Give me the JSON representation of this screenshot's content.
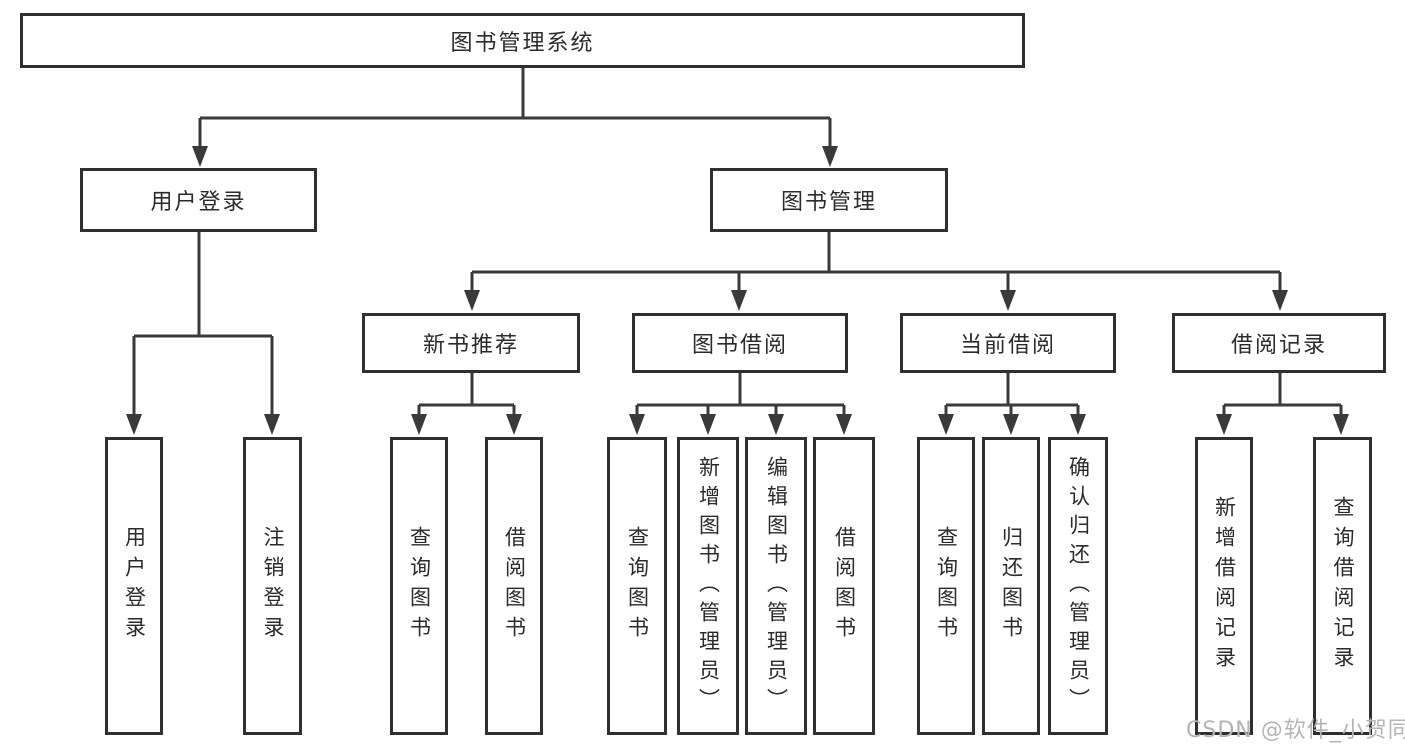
{
  "root_label": "图书管理系统",
  "level2": {
    "user_login": "用户登录",
    "book_management": "图书管理"
  },
  "level3": {
    "new_book_recommend": "新书推荐",
    "book_borrow": "图书借阅",
    "current_borrow": "当前借阅",
    "borrow_record": "借阅记录"
  },
  "leaves": {
    "user_login": [
      "用户登录",
      "注销登录"
    ],
    "new_book_recommend": [
      "查询图书",
      "借阅图书"
    ],
    "book_borrow": [
      "查询图书",
      "新增图书（管理员）",
      "编辑图书（管理员）",
      "借阅图书"
    ],
    "current_borrow": [
      "查询图书",
      "归还图书",
      "确认归还（管理员）"
    ],
    "borrow_record": [
      "新增借阅记录",
      "查询借阅记录"
    ]
  },
  "watermark": "CSDN @软件_小贺同学",
  "colors": {
    "line": "#3a3a3a",
    "border": "#2f2f2f",
    "text": "#2b2b2b",
    "watermark": "#b4b4b4",
    "background": "#ffffff"
  }
}
